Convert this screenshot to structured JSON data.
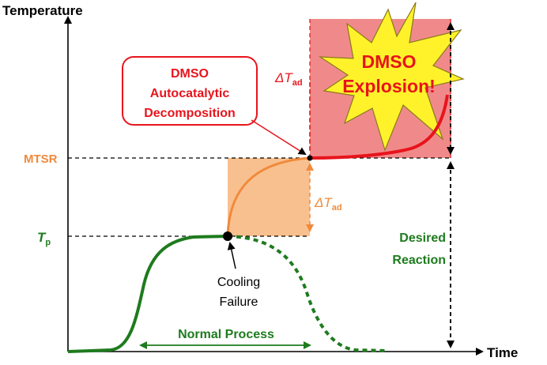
{
  "axes": {
    "y_title": "Temperature",
    "x_title": "Time"
  },
  "levels": {
    "mtsr": "MTSR",
    "tp_main": "T",
    "tp_sub": "p"
  },
  "labels": {
    "delta_t_ad_main": "ΔT",
    "delta_t_ad_sub": "ad",
    "callout_line1": "DMSO",
    "callout_line2": "Autocatalytic",
    "callout_line3": "Decomposition",
    "explosion_line1": "DMSO",
    "explosion_line2": "Explosion!",
    "desired_line1": "Desired",
    "desired_line2": "Reaction",
    "cooling_line1": "Cooling",
    "cooling_line2": "Failure",
    "normal_process": "Normal Process"
  },
  "colors": {
    "green": "#1e7b1e",
    "orange": "#f08a3c",
    "orange_fill": "#f9c08f",
    "red": "#e8141c",
    "red_fill": "#f08a8a",
    "star_fill": "#fff22a",
    "black": "#000000"
  }
}
